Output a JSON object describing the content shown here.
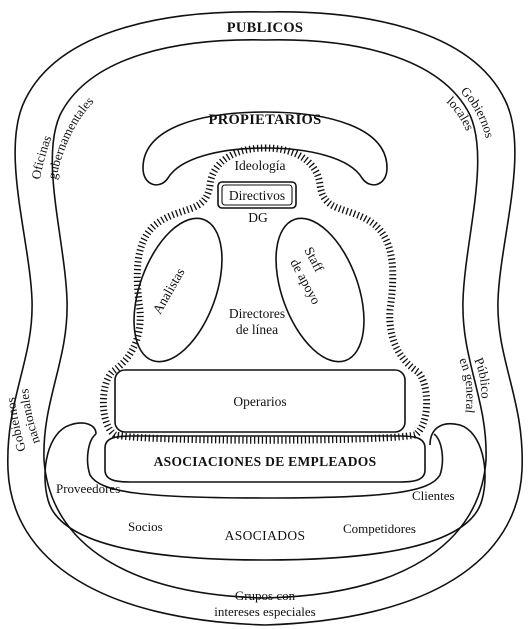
{
  "outer": {
    "top": "PUBLICOS",
    "left_top": [
      "Oficinas",
      "gubernamentales"
    ],
    "right_top": [
      "Gobiernos",
      "locales"
    ],
    "left_mid": [
      "Gobiernos",
      "nacionales"
    ],
    "right_mid": [
      "Público",
      "en general"
    ],
    "bottom": [
      "Grupos con",
      "intereses especiales"
    ]
  },
  "associates": {
    "title": "ASOCIADOS",
    "suppliers": "Proveedores",
    "clients": "Clientes",
    "partners": "Socios",
    "competitors": "Competidores"
  },
  "employees": "ASOCIACIONES DE EMPLEADOS",
  "owners": "PROPIETARIOS",
  "organization": {
    "ideology": "Ideología",
    "directors": "Directivos",
    "dg": "DG",
    "analysts": "Analistas",
    "support": [
      "Staff",
      "de apoyo"
    ],
    "line": [
      "Directores",
      "de línea"
    ],
    "operators": "Operarios"
  }
}
